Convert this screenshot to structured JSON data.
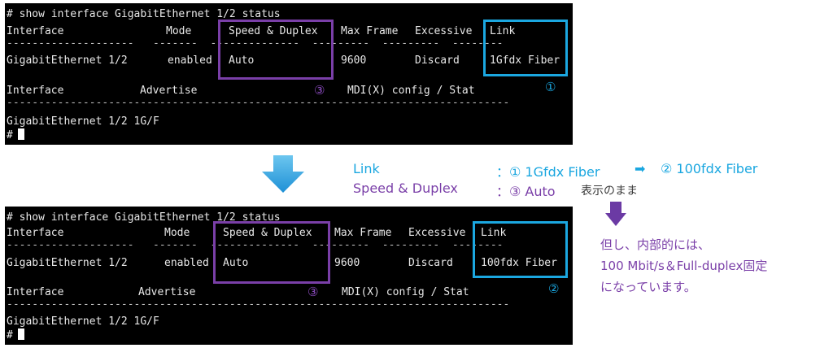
{
  "colors": {
    "terminal_bg": "#000000",
    "terminal_text": "#e8e8e8",
    "link_highlight": "#1ba7e0",
    "speed_highlight": "#7a3fa8",
    "arrow": "#2aa3df",
    "down_arrow": "#6b3aa4"
  },
  "before": {
    "command": "# show interface GigabitEthernet 1/2 status",
    "headers": {
      "interface": "Interface",
      "mode": "Mode",
      "speed": "Speed & Duplex",
      "maxframe": "Max Frame",
      "excessive": "Excessive",
      "link": "Link"
    },
    "row": {
      "interface": "GigabitEthernet 1/2",
      "mode": "enabled",
      "speed": "Auto",
      "maxframe": "9600",
      "excessive": "Discard",
      "link": "1Gfdx Fiber"
    },
    "headers2": {
      "interface": "Interface",
      "advertise": "Advertise",
      "mdix": "MDI(X) config / Stat"
    },
    "row2": "GigabitEthernet 1/2 1G/F",
    "prompt": "#",
    "mark_speed": "③",
    "mark_link": "①"
  },
  "after": {
    "command": "# show interface GigabitEthernet 1/2 status",
    "headers": {
      "interface": "Interface",
      "mode": "Mode",
      "speed": "Speed & Duplex",
      "maxframe": "Max Frame",
      "excessive": "Excessive",
      "link": "Link"
    },
    "row": {
      "interface": "GigabitEthernet 1/2",
      "mode": "enabled",
      "speed": "Auto",
      "maxframe": "9600",
      "excessive": "Discard",
      "link": "100fdx Fiber"
    },
    "headers2": {
      "interface": "Interface",
      "advertise": "Advertise",
      "mdix": "MDI(X) config / Stat"
    },
    "row2": "GigabitEthernet 1/2 1G/F",
    "prompt": "#",
    "mark_speed": "③",
    "mark_link": "②"
  },
  "notes": {
    "link_label": "Link",
    "link_value": "：① 1Gfdx Fiber",
    "link_arrow": "➡",
    "link_new": "② 100fdx Fiber",
    "speed_label": "Speed & Duplex",
    "speed_value": "：③ Auto",
    "speed_suffix": "表示のまま",
    "detail_1": "但し、内部的には、",
    "detail_2": "100 Mbit/s＆Full-duplex固定",
    "detail_3": "になっています。"
  }
}
